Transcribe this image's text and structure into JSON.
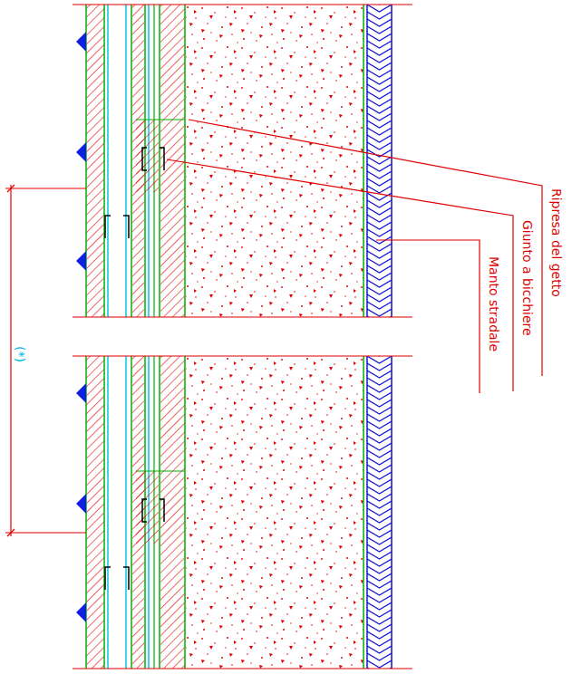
{
  "diagram": {
    "labels": [
      "Ripresa del getto",
      "Giunto a bicchiere",
      "Manto stradale",
      "(*)"
    ]
  }
}
